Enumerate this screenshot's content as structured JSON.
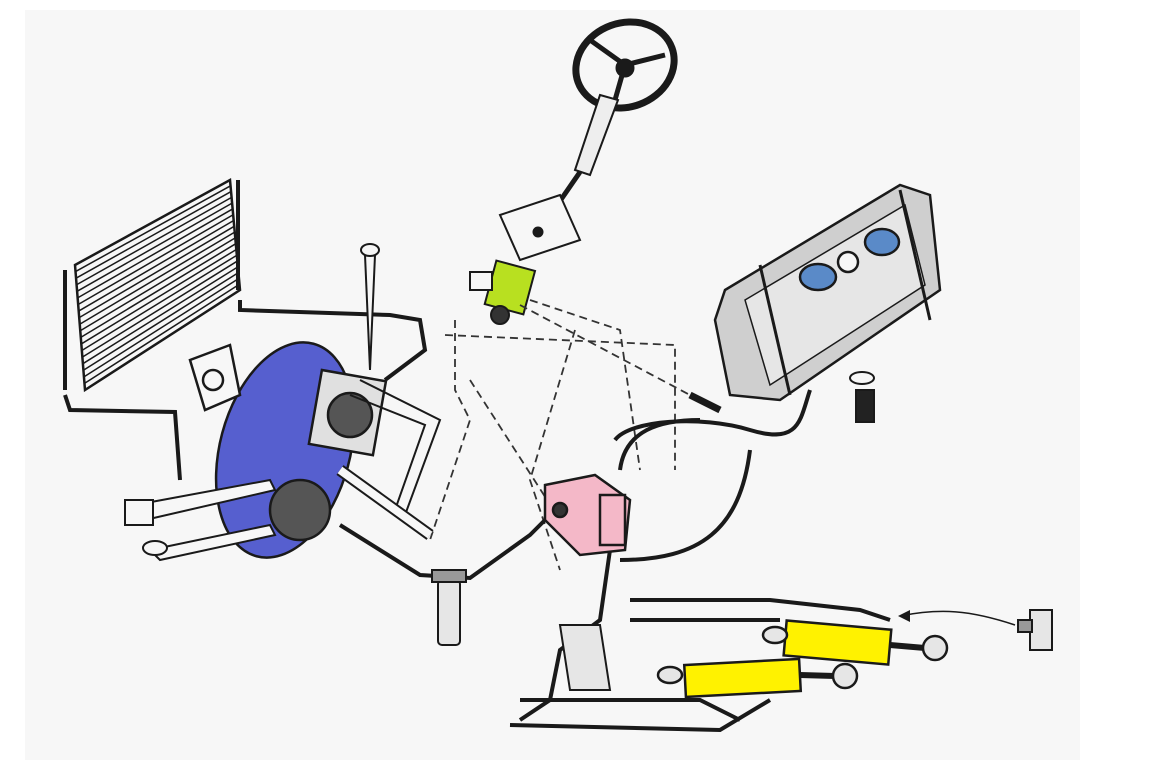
{
  "diagram": {
    "colors": {
      "background": "#f7f7f7",
      "line": "#1a1a1a",
      "engine_highlight": "#3a44c8",
      "valve_highlight": "#b8e020",
      "pump_highlight": "#f4b8c8",
      "cylinder_highlight": "#fff200",
      "tank_fill": "#cfcfcf",
      "tank_window": "#5a8ac8"
    },
    "parts": [
      "steering-wheel",
      "steering-column",
      "steering-valve",
      "oil-tank",
      "oil-cooler",
      "engine-pump",
      "hydraulic-pump",
      "oil-filter",
      "steering-cylinder-upper",
      "steering-cylinder-lower",
      "fitting"
    ]
  }
}
